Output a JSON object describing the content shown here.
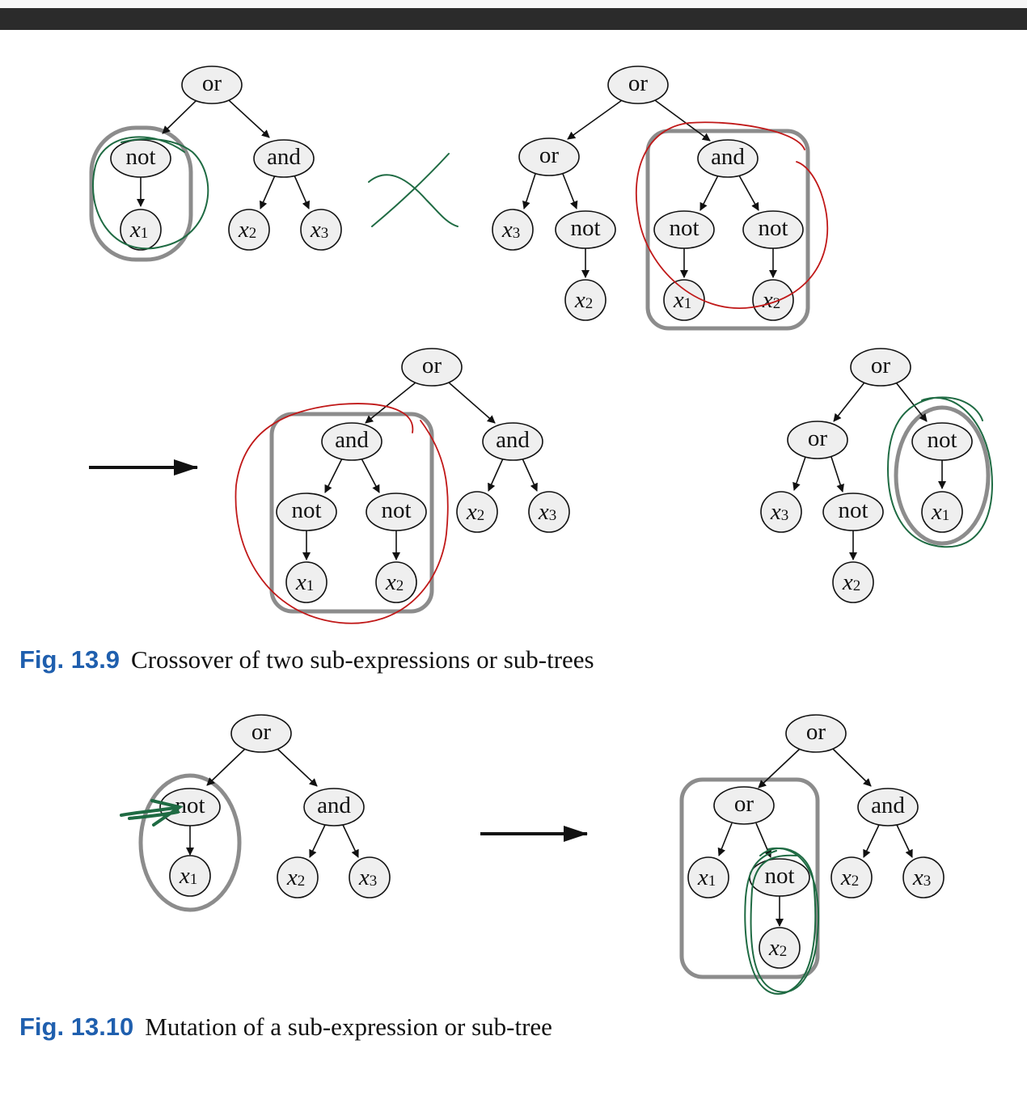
{
  "figure_9": {
    "caption_num": "Fig. 13.9",
    "caption_text": "Crossover of two sub-expressions or sub-trees"
  },
  "figure_10": {
    "caption_num": "Fig. 13.10",
    "caption_text": "Mutation of a sub-expression or sub-tree"
  },
  "labels": {
    "or": "or",
    "and": "and",
    "not": "not",
    "x": "x",
    "s1": "1",
    "s2": "2",
    "s3": "3"
  },
  "colors": {
    "highlight_box": "#8c8c8c",
    "annotation_green": "#1f6b43",
    "annotation_red": "#c01818",
    "caption_blue": "#1f5fae"
  }
}
